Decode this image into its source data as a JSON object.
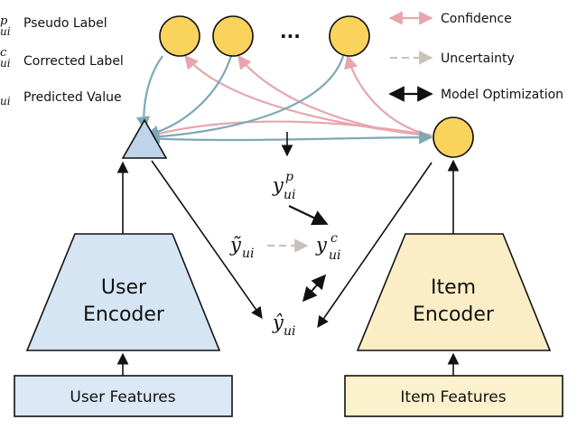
{
  "legend": {
    "pseudo": {
      "sup": "p",
      "sub": "ui",
      "label": "Pseudo Label"
    },
    "corrected": {
      "sup": "c",
      "sub": "ui",
      "label": "Corrected Label"
    },
    "predicted": {
      "sub": "ui",
      "label": "Predicted Value"
    },
    "confidence": "Confidence",
    "uncertainty": "Uncertainty",
    "model_opt": "Model Optimization"
  },
  "ellipsis": "...",
  "encoders": {
    "user": {
      "line1": "User",
      "line2": "Encoder"
    },
    "item": {
      "line1": "Item",
      "line2": "Encoder"
    }
  },
  "features": {
    "user": "User Features",
    "item": "Item Features"
  },
  "math": {
    "y": "y",
    "sub_ui": "ui",
    "sup_p": "p",
    "sup_c": "c",
    "y_tilde": "ỹ",
    "y_hat": "ŷ"
  },
  "colors": {
    "confidence": "#e8a5ae",
    "uncertainty": "#c9c2b8",
    "model_opt": "#111111",
    "user_side": "#7fa9b6",
    "circle_fill": "#f9d35c",
    "triangle_fill": "#bdd4ea",
    "user_encoder_fill": "#d5e5f4",
    "item_encoder_fill": "#fbeec6",
    "user_feature_fill": "#dbe8f6",
    "item_feature_fill": "#fcf1cd"
  }
}
